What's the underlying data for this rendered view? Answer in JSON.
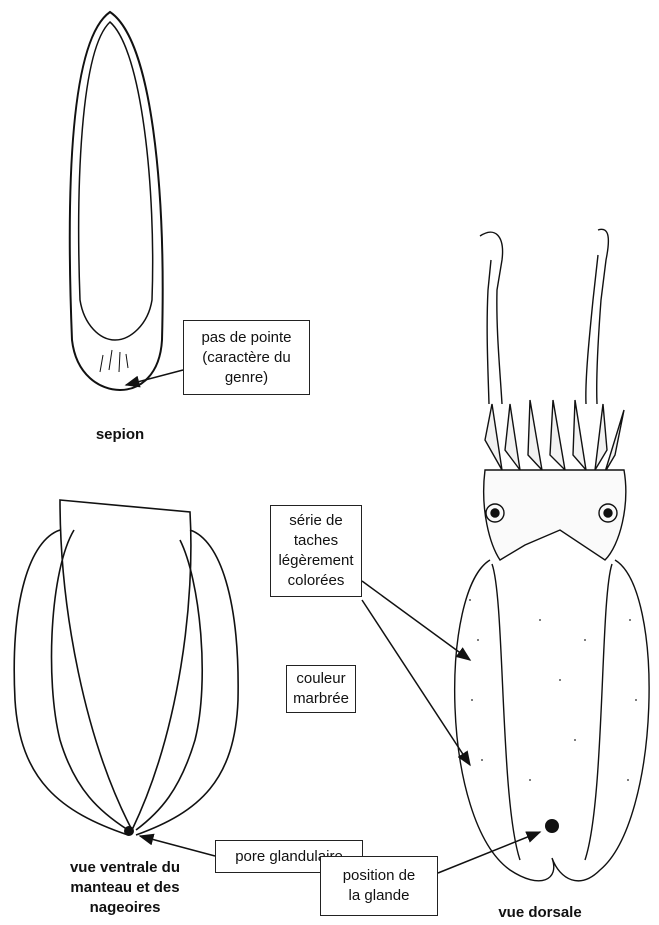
{
  "labels": {
    "pas_de_pointe": "pas de pointe\n(caractère du\ngenre)",
    "serie_taches": "série de\ntaches\nlégèrement\ncolorées",
    "couleur_marbree": "couleur\nmarbrée",
    "pore_glandulaire": "pore glandulaire",
    "position_glande": "position de\nla glande"
  },
  "captions": {
    "sepion": "sepion",
    "vue_ventrale": "vue ventrale du\nmanteau et des\nnageoires",
    "vue_dorsale": "vue dorsale"
  }
}
